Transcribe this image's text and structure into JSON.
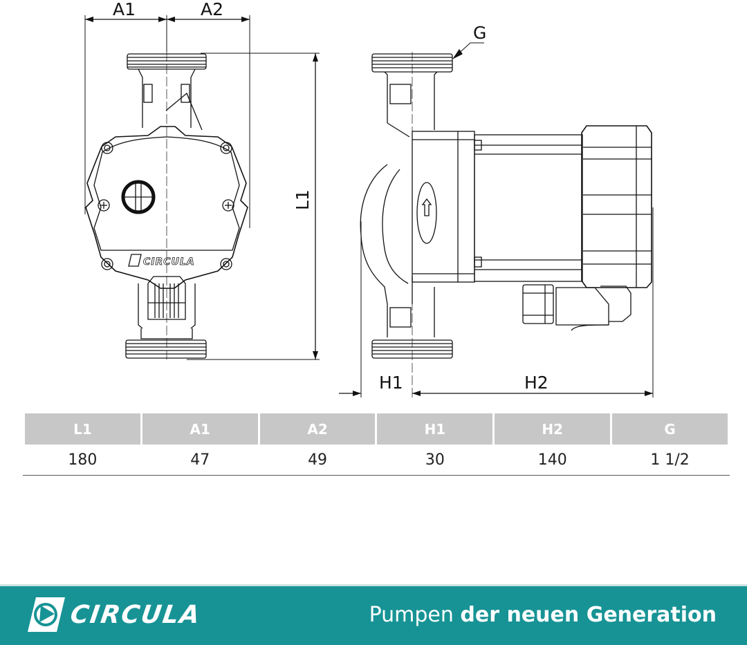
{
  "drawing": {
    "front_view": {
      "dimension_labels": {
        "a1": "A1",
        "a2": "A2",
        "l1": "L1"
      },
      "logo_text": "CIRCULA"
    },
    "side_view": {
      "dimension_labels": {
        "g": "G",
        "h1": "H1",
        "h2": "H2"
      }
    }
  },
  "spec_table": {
    "headers": [
      "L1",
      "A1",
      "A2",
      "H1",
      "H2",
      "G"
    ],
    "values": [
      "180",
      "47",
      "49",
      "30",
      "140",
      "1 1/2"
    ]
  },
  "footer": {
    "brand_name": "CIRCULA",
    "tagline_light": "Pumpen ",
    "tagline_bold": "der neuen Generation",
    "background_color": "#179395"
  }
}
